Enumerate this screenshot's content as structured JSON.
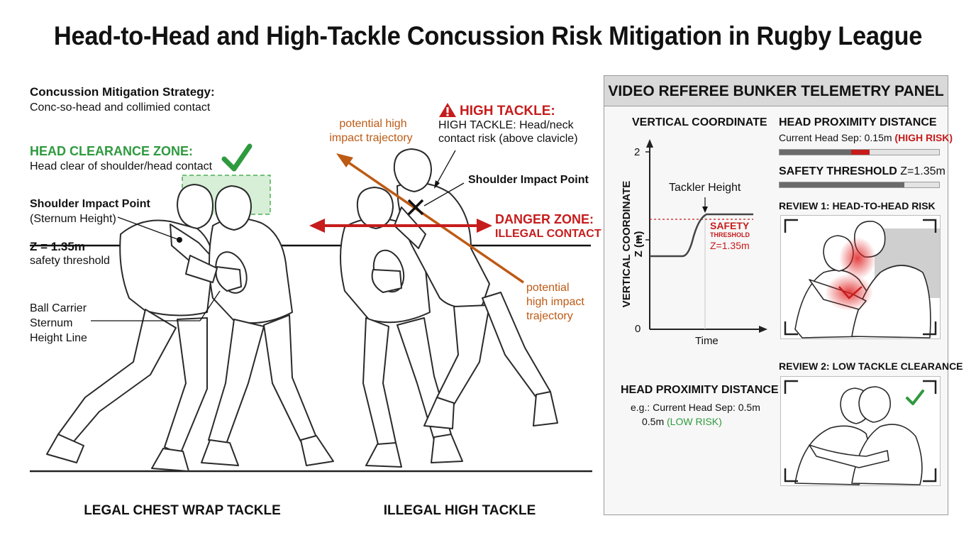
{
  "title": "Head-to-Head and High-Tackle Concussion Risk Mitigation in Rugby League",
  "strategy": {
    "heading": "Concussion Mitigation Strategy:",
    "text": "Conc-so-head and collimied contact"
  },
  "clearance": {
    "heading": "HEAD CLEARANCE ZONE:",
    "text": "Head clear of shoulder/head contact"
  },
  "shoulder_left": {
    "heading": "Shoulder Impact Point",
    "sub": "(Sternum Height)"
  },
  "threshold": {
    "value": "Z = 1.35m",
    "text": "safety threshold"
  },
  "ball_carrier": [
    "Ball Carrier",
    "Sternum",
    "Height Line"
  ],
  "high_tackle": {
    "heading": "HIGH TACKLE:",
    "line1": "HIGH TACKLE: Head/neck",
    "line2": "contact risk (above clavicle)"
  },
  "trajectory_top": [
    "potential high",
    "impact trajectory"
  ],
  "trajectory_bottom": [
    "potential",
    "high impact",
    "trajectory"
  ],
  "shoulder_right": "Shoulder Impact Point",
  "danger": {
    "heading": "DANGER ZONE:",
    "sub": "ILLEGAL CONTACT"
  },
  "footers": {
    "legal": "LEGAL CHEST WRAP TACKLE",
    "illegal": "ILLEGAL HIGH TACKLE"
  },
  "panel": {
    "title": "VIDEO REFEREE BUNKER TELEMETRY PANEL",
    "graph": {
      "heading": "VERTICAL COORDINATE",
      "ylabel": "VERTICAL COORDINATE Z (m)",
      "xlabel": "Time",
      "yticks": [
        "2",
        "1",
        "0"
      ],
      "tackler_label": "Tackler Height",
      "safety_label": "SAFETY",
      "threshold_word": "THRESHOLD",
      "threshold_value": "Z=1.35m"
    },
    "proximity": {
      "heading": "HEAD PROXIMITY DISTANCE",
      "current_label": "Current Head Sep: 0.15m",
      "current_risk": "(HIGH RISK)",
      "fill_fraction": 0.5
    },
    "safety": {
      "label": "SAFETY THRESHOLD",
      "value": "Z=1.35m",
      "fill_fraction": 0.78
    },
    "review1": "REVIEW 1: HEAD-TO-HEAD RISK",
    "review2": "REVIEW 2: LOW TACKLE CLEARANCE",
    "proximity_low": {
      "heading": "HEAD PROXIMITY DISTANCE",
      "example": "e.g.: Current Head Sep: 0.5m",
      "value": "0.5m",
      "risk": "(LOW RISK)"
    }
  },
  "colors": {
    "green": "#2e9a3e",
    "red": "#c61c1c",
    "orange": "#bd5a14",
    "clearance_fill": "#d6efd6"
  },
  "icons": [
    "check-icon",
    "warning-icon",
    "cross-mark-icon",
    "double-arrow-icon"
  ]
}
